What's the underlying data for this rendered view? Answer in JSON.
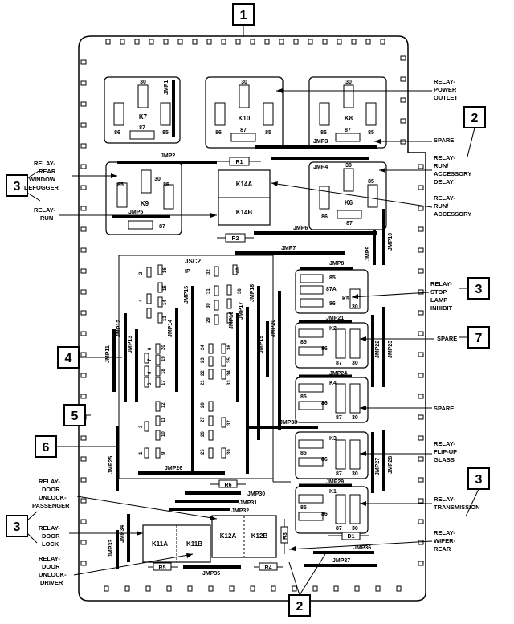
{
  "callouts": [
    "1",
    "2",
    "3",
    "4",
    "5",
    "6",
    "7"
  ],
  "relay_labels": {
    "power_outlet": [
      "RELAY-",
      "POWER",
      "OUTLET"
    ],
    "spare_top": [
      "SPARE"
    ],
    "run_acc_delay": [
      "RELAY-",
      "RUN/",
      "ACCESSORY",
      "DELAY"
    ],
    "run_acc": [
      "RELAY-",
      "RUN/",
      "ACCESSORY"
    ],
    "rear_defogger": [
      "RELAY-",
      "REAR",
      "WINDOW",
      "DEFOGGER"
    ],
    "run": [
      "RELAY-",
      "RUN"
    ],
    "stop_lamp": [
      "RELAY-",
      "STOP",
      "LAMP",
      "INHIBIT"
    ],
    "spare_k2": [
      "SPARE"
    ],
    "spare_k4": [
      "SPARE"
    ],
    "flip_up": [
      "RELAY-",
      "FLIP-UP",
      "GLASS"
    ],
    "transmission": [
      "RELAY-",
      "TRANSMISSION"
    ],
    "door_unlock_pass": [
      "RELAY-",
      "DOOR",
      "UNLOCK-",
      "PASSENGER"
    ],
    "door_lock": [
      "RELAY-",
      "DOOR",
      "LOCK"
    ],
    "door_unlock_driver": [
      "RELAY-",
      "DOOR",
      "UNLOCK-",
      "DRIVER"
    ],
    "wiper_rear": [
      "RELAY-",
      "WIPER-",
      "REAR"
    ]
  },
  "relays": {
    "k7": {
      "name": "K7",
      "pins": [
        "30",
        "86",
        "87",
        "85"
      ]
    },
    "k10": {
      "name": "K10",
      "pins": [
        "30",
        "86",
        "87",
        "85"
      ]
    },
    "k8": {
      "name": "K8",
      "pins": [
        "30",
        "86",
        "87",
        "85"
      ]
    },
    "k9": {
      "name": "K9",
      "pins": [
        "85",
        "30",
        "85",
        "87"
      ]
    },
    "k6": {
      "name": "K6",
      "pins": [
        "30",
        "85",
        "86",
        "87"
      ]
    },
    "k14a": "K14A",
    "k14b": "K14B",
    "k5": {
      "name": "K5",
      "pins": [
        "85",
        "87A",
        "86",
        "30"
      ]
    },
    "k2": {
      "name": "K2",
      "pins": [
        "85",
        "86",
        "87",
        "30"
      ]
    },
    "k4": {
      "name": "K4",
      "pins": [
        "85",
        "86",
        "87",
        "30"
      ]
    },
    "k3": {
      "name": "K3",
      "pins": [
        "85",
        "86",
        "87",
        "30"
      ]
    },
    "k1": {
      "name": "K1",
      "pins": [
        "85",
        "86",
        "87",
        "30"
      ]
    },
    "k11a": "K11A",
    "k11b": "K11B",
    "k12a": "K12A",
    "k12b": "K12B"
  },
  "jsc": {
    "title": "JSC2",
    "ip": "IP",
    "fuses": [
      "1",
      "2",
      "3",
      "4",
      "5",
      "6",
      "7",
      "8",
      "9",
      "10",
      "11",
      "12",
      "13",
      "14",
      "15",
      "16",
      "17",
      "18",
      "19",
      "20",
      "21",
      "22",
      "23",
      "24",
      "25",
      "26",
      "27",
      "28",
      "29",
      "30",
      "31",
      "32",
      "33",
      "34",
      "35",
      "36",
      "37",
      "38",
      "39",
      "40"
    ]
  },
  "jumpers": [
    "JMP1",
    "JMP2",
    "JMP3",
    "JMP4",
    "JMP5",
    "JMP6",
    "JMP7",
    "JMP8",
    "JMP9",
    "JMP10",
    "JMP11",
    "JMP12",
    "JMP13",
    "JMP14",
    "JMP15",
    "JMP16",
    "JMP17",
    "JMP18",
    "JMP19",
    "JMP20",
    "JMP21",
    "JMP22",
    "JMP23",
    "JMP24",
    "JMP25",
    "JMP26",
    "JMP27",
    "JMP28",
    "JMP29",
    "JMP30",
    "JMP31",
    "JMP32",
    "JMP33",
    "JMP34",
    "JMP35",
    "JMP36",
    "JMP37",
    "JMP38"
  ],
  "resistors": [
    "R1",
    "R2",
    "R3",
    "R4",
    "R5",
    "R6"
  ],
  "diode": "D1"
}
